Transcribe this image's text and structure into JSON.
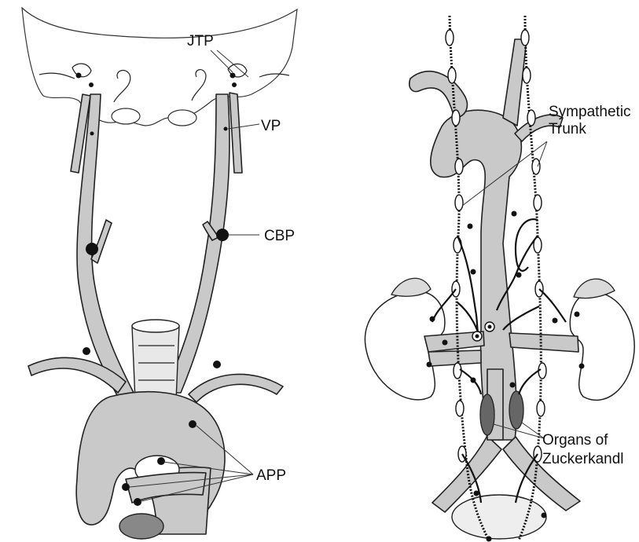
{
  "labels": {
    "jtp": "JTP",
    "vp": "VP",
    "cbp": "CBP",
    "app": "APP",
    "sympathetic_line1": "Sympathetic",
    "sympathetic_line2": "Trunk",
    "organs_line1": "Organs of",
    "organs_line2": "Zuckerkandl"
  }
}
